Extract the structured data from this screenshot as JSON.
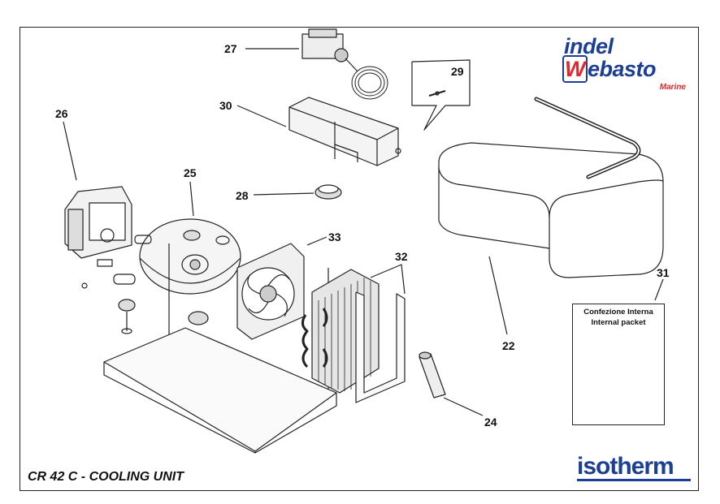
{
  "title": "CR 42 C - COOLING UNIT",
  "logos": {
    "brand1_line1": "indel",
    "brand1_line2_mark": "W",
    "brand1_line2_rest": "ebasto",
    "brand1_sub": "Marine",
    "brand2": "isotherm"
  },
  "callouts": {
    "c22": "22",
    "c24": "24",
    "c25": "25",
    "c26": "26",
    "c27": "27",
    "c28": "28",
    "c29": "29",
    "c30": "30",
    "c31": "31",
    "c32": "32",
    "c33": "33"
  },
  "packet": {
    "line1": "Confezione Interna",
    "line2": "Internal packet"
  },
  "colors": {
    "line": "#222222",
    "brand_blue": "#1c3f94",
    "brand_red": "#e3262b"
  }
}
